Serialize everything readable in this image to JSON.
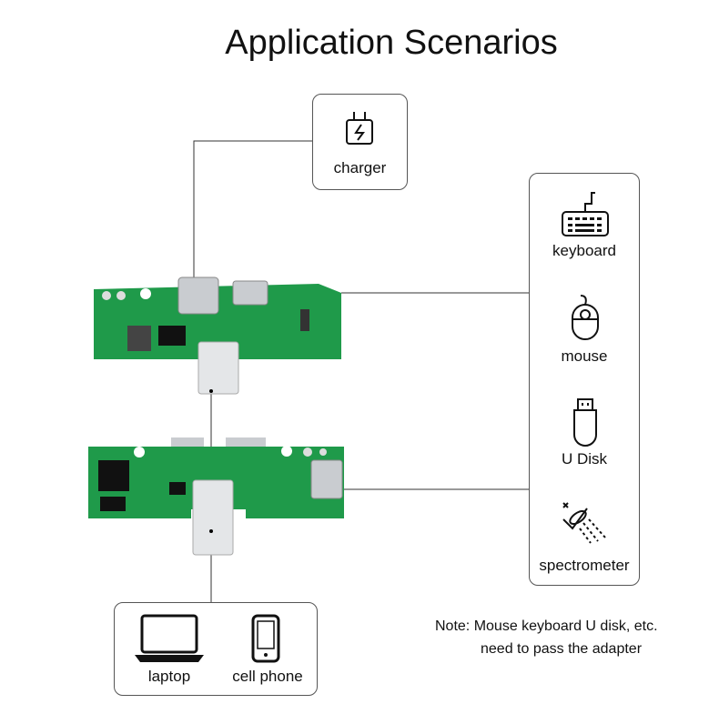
{
  "title": "Application Scenarios",
  "charger": {
    "label": "charger",
    "icon": "charger-icon"
  },
  "devices": [
    {
      "label": "keyboard",
      "icon": "keyboard-icon"
    },
    {
      "label": "mouse",
      "icon": "mouse-icon"
    },
    {
      "label": "U Disk",
      "icon": "usb-drive-icon"
    },
    {
      "label": "spectrometer",
      "icon": "spectrometer-icon"
    }
  ],
  "hosts": [
    {
      "label": "laptop",
      "icon": "laptop-icon"
    },
    {
      "label": "cell phone",
      "icon": "phone-icon"
    }
  ],
  "note": {
    "line1": "Note: Mouse keyboard U disk, etc.",
    "line2": "need to pass the adapter"
  },
  "colors": {
    "pcb": "#1f9a4a",
    "line": "#333333"
  }
}
